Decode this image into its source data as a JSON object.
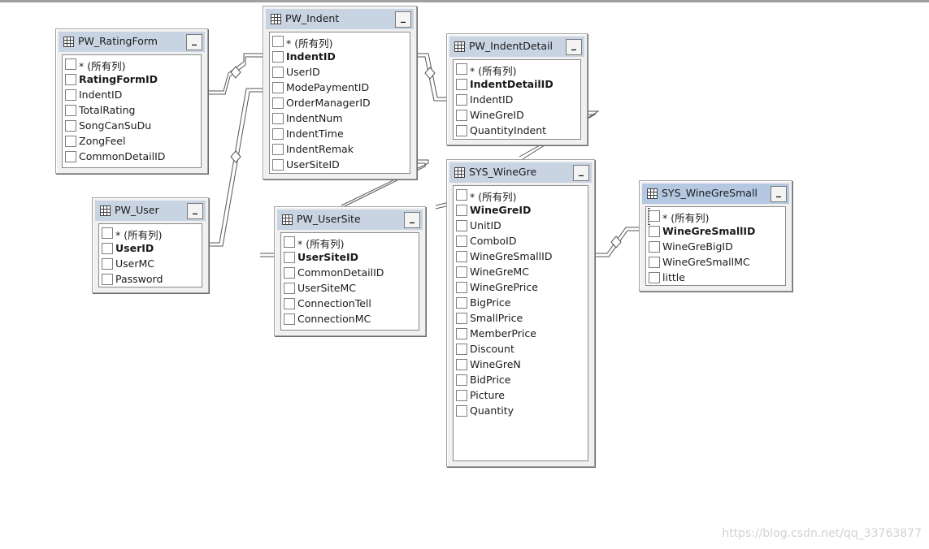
{
  "diagram": {
    "tables": [
      {
        "id": "pw_indent",
        "title": "PW_Indent",
        "columns": [
          {
            "name": "* (所有列)",
            "pk": false
          },
          {
            "name": "IndentID",
            "pk": true
          },
          {
            "name": "UserID",
            "pk": false
          },
          {
            "name": "ModePaymentID",
            "pk": false
          },
          {
            "name": "OrderManagerID",
            "pk": false
          },
          {
            "name": "IndentNum",
            "pk": false
          },
          {
            "name": "IndentTime",
            "pk": false
          },
          {
            "name": "IndentRemak",
            "pk": false
          },
          {
            "name": "UserSiteID",
            "pk": false
          }
        ]
      },
      {
        "id": "pw_ratingform",
        "title": "PW_RatingForm",
        "columns": [
          {
            "name": "* (所有列)",
            "pk": false
          },
          {
            "name": "RatingFormID",
            "pk": true
          },
          {
            "name": "IndentID",
            "pk": false
          },
          {
            "name": "TotalRating",
            "pk": false
          },
          {
            "name": "SongCanSuDu",
            "pk": false
          },
          {
            "name": "ZongFeel",
            "pk": false
          },
          {
            "name": "CommonDetailID",
            "pk": false
          }
        ]
      },
      {
        "id": "pw_indentdetail",
        "title": "PW_IndentDetail",
        "columns": [
          {
            "name": "* (所有列)",
            "pk": false
          },
          {
            "name": "IndentDetailID",
            "pk": true
          },
          {
            "name": "IndentID",
            "pk": false
          },
          {
            "name": "WineGreID",
            "pk": false
          },
          {
            "name": "QuantityIndent",
            "pk": false
          }
        ]
      },
      {
        "id": "pw_user",
        "title": "PW_User",
        "columns": [
          {
            "name": "* (所有列)",
            "pk": false
          },
          {
            "name": "UserID",
            "pk": true
          },
          {
            "name": "UserMC",
            "pk": false
          },
          {
            "name": "Password",
            "pk": false
          }
        ]
      },
      {
        "id": "pw_usersite",
        "title": "PW_UserSite",
        "columns": [
          {
            "name": "* (所有列)",
            "pk": false
          },
          {
            "name": "UserSiteID",
            "pk": true
          },
          {
            "name": "CommonDetailID",
            "pk": false
          },
          {
            "name": "UserSiteMC",
            "pk": false
          },
          {
            "name": "ConnectionTell",
            "pk": false
          },
          {
            "name": "ConnectionMC",
            "pk": false
          }
        ]
      },
      {
        "id": "sys_winegre",
        "title": "SYS_WineGre",
        "columns": [
          {
            "name": "* (所有列)",
            "pk": false
          },
          {
            "name": "WineGreID",
            "pk": true
          },
          {
            "name": "UnitID",
            "pk": false
          },
          {
            "name": "ComboID",
            "pk": false
          },
          {
            "name": "WineGreSmallID",
            "pk": false
          },
          {
            "name": "WineGreMC",
            "pk": false
          },
          {
            "name": "WineGrePrice",
            "pk": false
          },
          {
            "name": "BigPrice",
            "pk": false
          },
          {
            "name": "SmallPrice",
            "pk": false
          },
          {
            "name": "MemberPrice",
            "pk": false
          },
          {
            "name": "Discount",
            "pk": false
          },
          {
            "name": "WineGreN",
            "pk": false
          },
          {
            "name": "BidPrice",
            "pk": false
          },
          {
            "name": "Picture",
            "pk": false
          },
          {
            "name": "Quantity",
            "pk": false
          }
        ]
      },
      {
        "id": "sys_winegresmall",
        "title": "SYS_WineGreSmall",
        "selected": true,
        "columns": [
          {
            "name": "* (所有列)",
            "pk": false
          },
          {
            "name": "WineGreSmallID",
            "pk": true
          },
          {
            "name": "WineGreBigID",
            "pk": false
          },
          {
            "name": "WineGreSmallMC",
            "pk": false
          },
          {
            "name": "little",
            "pk": false
          }
        ]
      }
    ],
    "minimize_glyph": "_"
  },
  "watermark": "https://blog.csdn.net/qq_33763877"
}
